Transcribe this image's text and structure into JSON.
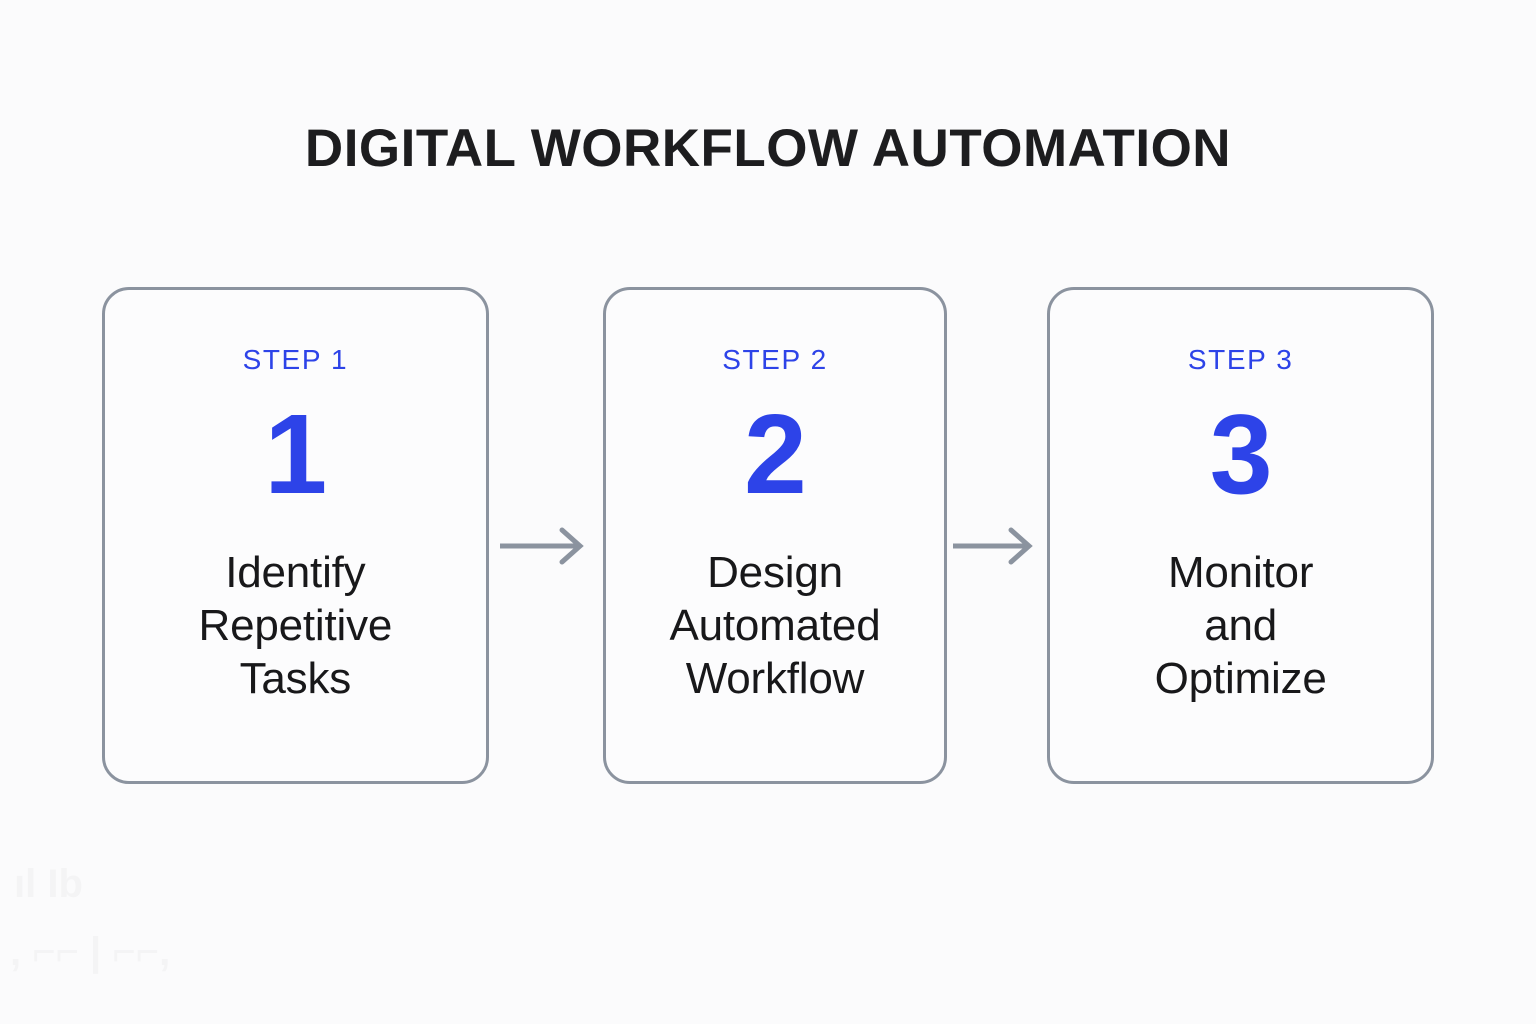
{
  "title": "DIGITAL WORKFLOW AUTOMATION",
  "colors": {
    "background": "#fbfbfc",
    "card_fill": "#fcfcfd",
    "card_border": "#8b939f",
    "accent_blue": "#2d43e8",
    "body_text": "#18181a",
    "title_text": "#1d1d1f",
    "arrow": "#8b939f"
  },
  "steps": [
    {
      "label": "STEP 1",
      "number": "1",
      "text": "Identify\nRepetitive\nTasks"
    },
    {
      "label": "STEP 2",
      "number": "2",
      "text": "Design\nAutomated\nWorkflow"
    },
    {
      "label": "STEP 3",
      "number": "3",
      "text": "Monitor\nand\nOptimize"
    }
  ],
  "connectors": [
    {
      "icon": "arrow-right-icon"
    },
    {
      "icon": "arrow-right-icon"
    }
  ],
  "chart_data": {
    "type": "diagram",
    "diagram_kind": "linear-process-flow",
    "title": "DIGITAL WORKFLOW AUTOMATION",
    "node_count": 3,
    "nodes": [
      {
        "id": 1,
        "badge": "STEP 1",
        "number": 1,
        "caption": "Identify Repetitive Tasks"
      },
      {
        "id": 2,
        "badge": "STEP 2",
        "number": 2,
        "caption": "Design Automated Workflow"
      },
      {
        "id": 3,
        "badge": "STEP 3",
        "number": 3,
        "caption": "Monitor and Optimize"
      }
    ],
    "edges": [
      {
        "from": 1,
        "to": 2,
        "style": "arrow-right"
      },
      {
        "from": 2,
        "to": 3,
        "style": "arrow-right"
      }
    ],
    "legend": [],
    "orientation": "horizontal"
  }
}
